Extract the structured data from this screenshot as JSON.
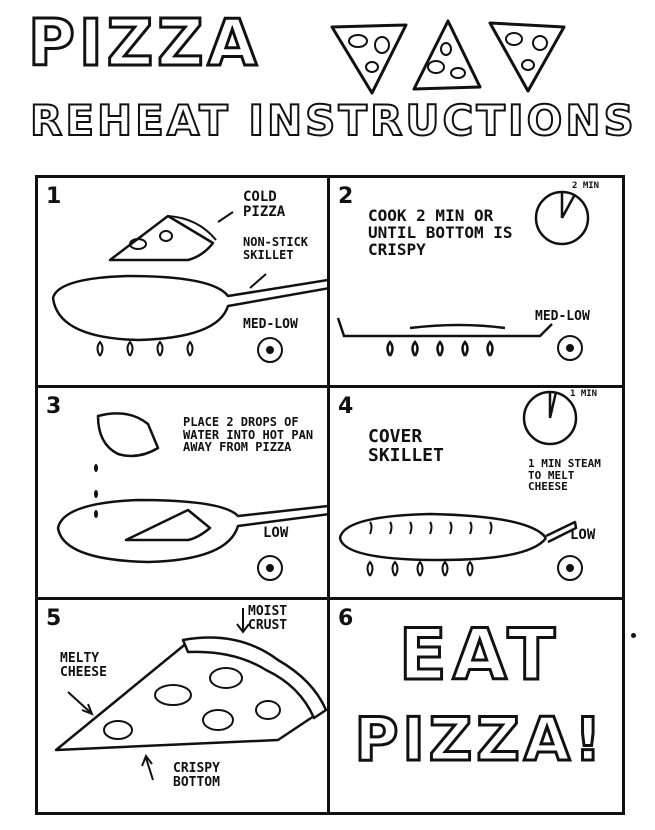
{
  "header": {
    "title": "PIZZA",
    "subtitle": "REHEAT INSTRUCTIONS"
  },
  "steps": [
    {
      "number": "1",
      "cold_label": "COLD PIZZA",
      "pan_label": "NON-STICK SKILLET",
      "heat_label": "MED-LOW"
    },
    {
      "number": "2",
      "instruction": "COOK 2 MIN OR UNTIL BOTTOM IS CRISPY",
      "timer_label": "2 MIN",
      "heat_label": "MED-LOW"
    },
    {
      "number": "3",
      "instruction": "PLACE 2 DROPS OF WATER INTO HOT PAN AWAY FROM PIZZA",
      "heat_label": "LOW"
    },
    {
      "number": "4",
      "instruction": "COVER SKILLET",
      "timer_label": "1 MIN",
      "note": "1 MIN STEAM TO MELT CHEESE",
      "heat_label": "LOW"
    },
    {
      "number": "5",
      "crust_label": "MOIST CRUST",
      "cheese_label": "MELTY CHEESE",
      "bottom_label": "CRISPY BOTTOM"
    },
    {
      "number": "6",
      "line1": "EAT",
      "line2": "PIZZA!"
    }
  ],
  "icons": [
    "pizza-slice-icon",
    "skillet-icon",
    "flame-icon",
    "stove-knob-icon",
    "timer-icon",
    "water-drop-icon",
    "skillet-lid-icon",
    "arrow-icon"
  ]
}
